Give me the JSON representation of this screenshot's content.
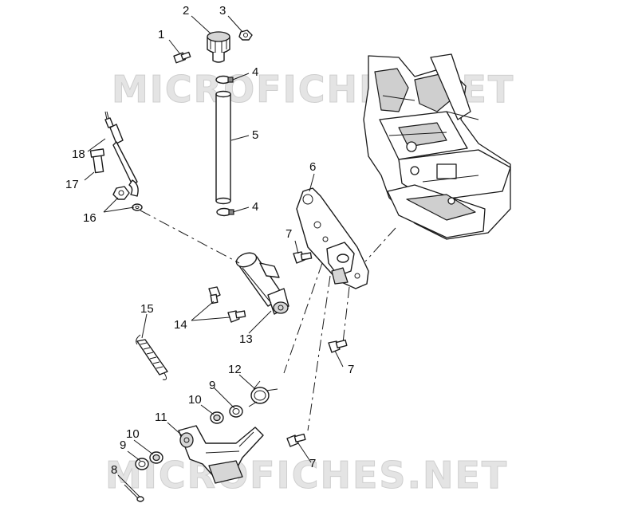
{
  "watermark": {
    "text_top": "MICROFICHES.NET",
    "text_bottom": "MICROFICHES.NET"
  },
  "callouts": {
    "c1": "1",
    "c2": "2",
    "c3": "3",
    "c4a": "4",
    "c4b": "4",
    "c5": "5",
    "c6": "6",
    "c7a": "7",
    "c7b": "7",
    "c7c": "7",
    "c8": "8",
    "c9a": "9",
    "c9b": "9",
    "c10a": "10",
    "c10b": "10",
    "c11": "11",
    "c12": "12",
    "c13": "13",
    "c14": "14",
    "c15": "15",
    "c16": "16",
    "c17": "17",
    "c18": "18"
  }
}
